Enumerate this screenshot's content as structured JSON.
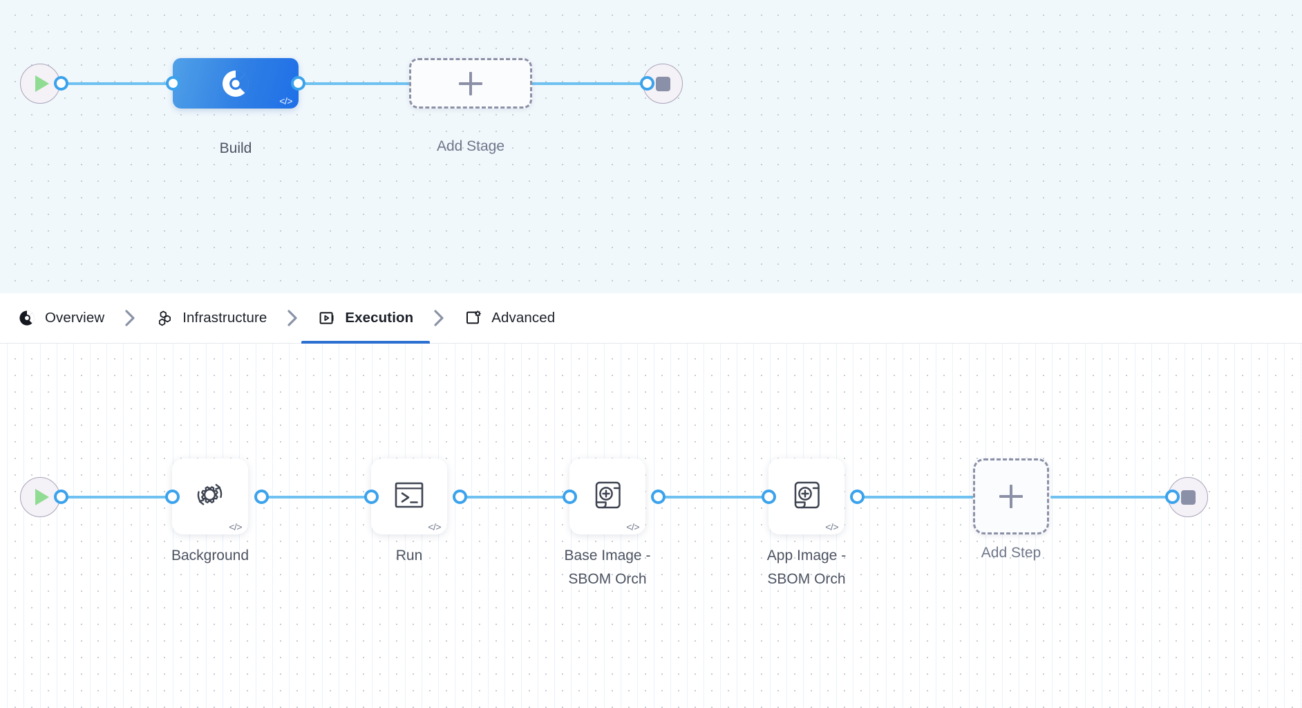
{
  "tabs": [
    {
      "label": "Overview",
      "icon": "overview-pie-icon",
      "active": false
    },
    {
      "label": "Infrastructure",
      "icon": "hexagon-cluster-icon",
      "active": false
    },
    {
      "label": "Execution",
      "icon": "play-in-box-icon",
      "active": true
    },
    {
      "label": "Advanced",
      "icon": "square-gear-icon",
      "active": false
    }
  ],
  "stage_row": {
    "start_node": {
      "name": "pipeline-start",
      "icon": "play-icon"
    },
    "end_node": {
      "name": "pipeline-end",
      "icon": "stop-square-icon"
    },
    "stages": [
      {
        "label": "Build",
        "icon": "ci-build-icon",
        "code_badge": "</>",
        "selected": true
      }
    ],
    "add_stage": {
      "label": "Add Stage",
      "icon": "plus-icon"
    }
  },
  "step_row": {
    "start_node": {
      "name": "execution-start",
      "icon": "play-icon"
    },
    "end_node": {
      "name": "execution-end",
      "icon": "stop-square-icon"
    },
    "steps": [
      {
        "label": "Background",
        "icon": "gear-refresh-icon",
        "code_badge": "</>"
      },
      {
        "label": "Run",
        "icon": "terminal-icon",
        "code_badge": "</>"
      },
      {
        "label": "Base Image -\nSBOM Orch",
        "icon": "scroll-plus-icon",
        "code_badge": "</>"
      },
      {
        "label": "App Image -\nSBOM Orch",
        "icon": "scroll-plus-icon",
        "code_badge": "</>"
      }
    ],
    "add_step": {
      "label": "Add Step",
      "icon": "plus-icon"
    }
  },
  "colors": {
    "accent_blue": "#2b70d0",
    "wire_blue": "#6ec1f0",
    "connector_blue": "#3ba2ec",
    "stage_gradient_start": "#50a0e8",
    "stage_gradient_end": "#1f6fe8",
    "play_green": "#90dc92",
    "stop_gray": "#8a90a8",
    "canvas_top_bg": "#f1f8fc",
    "canvas_bottom_bg": "#ffffff"
  }
}
